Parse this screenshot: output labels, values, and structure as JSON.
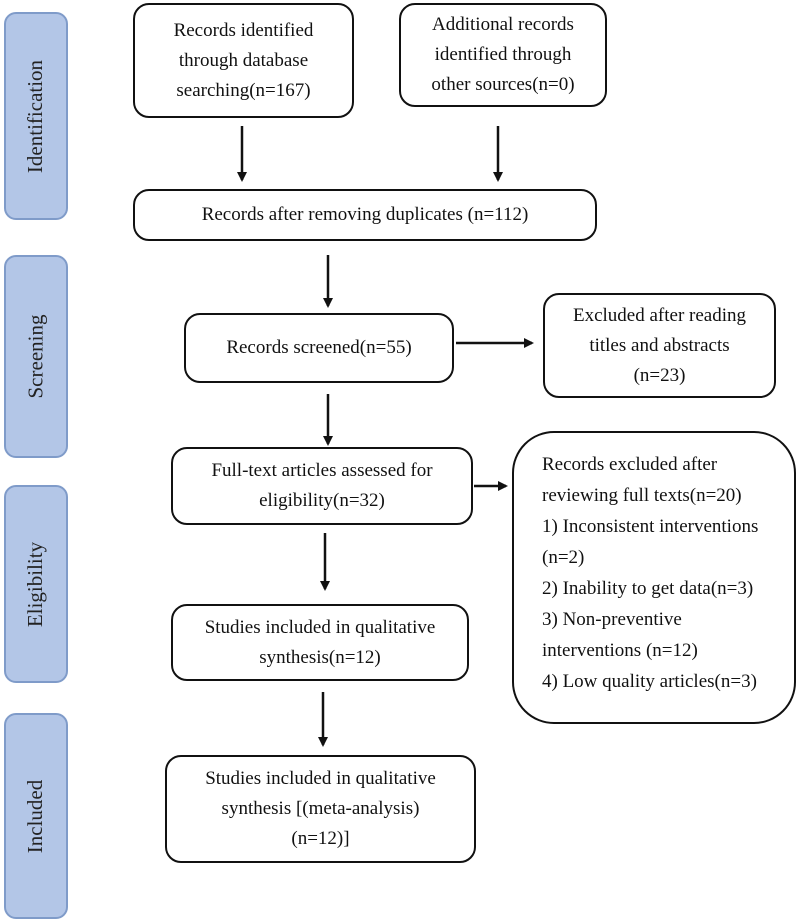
{
  "phases": [
    {
      "id": "identification",
      "label": "Identification"
    },
    {
      "id": "screening",
      "label": "Screening"
    },
    {
      "id": "eligibility",
      "label": "Eligibility"
    },
    {
      "id": "included",
      "label": "Included"
    }
  ],
  "boxes": {
    "db_search": "Records identified\nthrough database\nsearching(n=167)",
    "other_sources": "Additional records\nidentified through\nother sources(n=0)",
    "after_duplicates": "Records after removing duplicates (n=112)",
    "screened": "Records screened(n=55)",
    "excluded_titles": "Excluded after reading\ntitles and abstracts\n(n=23)",
    "fulltext_assessed": "Full-text articles assessed for\neligibility(n=32)",
    "qualitative": "Studies included in qualitative\nsynthesis(n=12)",
    "quantitative": "Studies included in qualitative\nsynthesis [(meta-analysis)\n(n=12)]"
  },
  "fulltext_exclusions": {
    "lines": [
      "Records excluded after",
      "reviewing full texts(n=20)",
      "1) Inconsistent interventions",
      "(n=2)",
      "2) Inability to get data(n=3)",
      "3) Non-preventive",
      "interventions (n=12)",
      "4) Low quality articles(n=3)"
    ]
  }
}
